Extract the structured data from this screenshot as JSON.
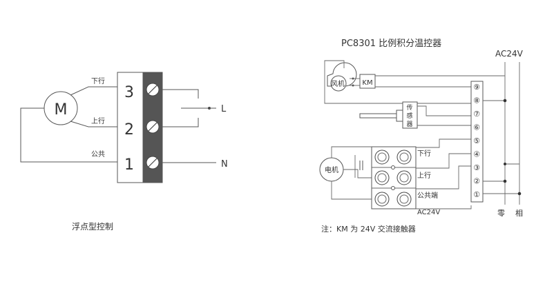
{
  "left": {
    "motor": "M",
    "down": "下行",
    "up": "上行",
    "common": "公共",
    "t3": "3",
    "t2": "2",
    "t1": "1",
    "L": "L",
    "N": "N",
    "caption": "浮点型控制"
  },
  "right": {
    "title": "PC8301 比例积分温控器",
    "ac_top": "AC24V",
    "fan": "风机",
    "km": "KM",
    "sensor": "传感器",
    "terms": [
      "⑨",
      "⑧",
      "⑦",
      "⑥",
      "⑤",
      "④",
      "③",
      "②",
      "①"
    ],
    "motor": "电机",
    "down": "下行",
    "up": "上行",
    "common": "公共端",
    "ac_bottom": "AC24V",
    "zero": "零",
    "phase": "相",
    "note": "注：KM 为 24V 交流接触器"
  }
}
